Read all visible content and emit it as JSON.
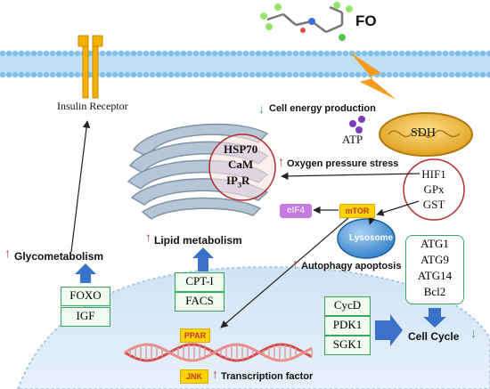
{
  "compound_label": "FO",
  "insulin_receptor_label": "Insulin Receptor",
  "cell_energy_label": "Cell energy production",
  "atp_label": "ATP",
  "sdh_label": "SDH",
  "er_proteins": [
    "HSP70",
    "CaM",
    "IP",
    "3",
    "R"
  ],
  "oxygen_stress_label": "Oxygen pressure stress",
  "hif_group": [
    "HIF1",
    "GPx",
    "GST"
  ],
  "eif4_label": "eIF4",
  "mtor_label": "mTOR",
  "lysosome_label": "Lysosome",
  "autophagy_label": "Autophagy apoptosis",
  "atg_group": [
    "ATG1",
    "ATG9",
    "ATG14",
    "Bcl2"
  ],
  "lipid_label": "Lipid metabolism",
  "glyco_label": "Glycometabolism",
  "cpt_group": [
    "CPT-I",
    "FACS"
  ],
  "foxo_group": [
    "FOXO",
    "IGF"
  ],
  "cyc_group": [
    "CycD",
    "PDK1",
    "SGK1"
  ],
  "cell_cycle_label": "Cell Cycle",
  "ppar_label": "PPAR",
  "jnk_label": "JNK",
  "transcription_label": "Transcription factor",
  "colors": {
    "membrane": "#7fc1ec",
    "green_box": "#3aa85a",
    "up_arrow": "#c0392b",
    "down_arrow": "#3aa85a",
    "blue_arrow": "#3b72c9"
  }
}
